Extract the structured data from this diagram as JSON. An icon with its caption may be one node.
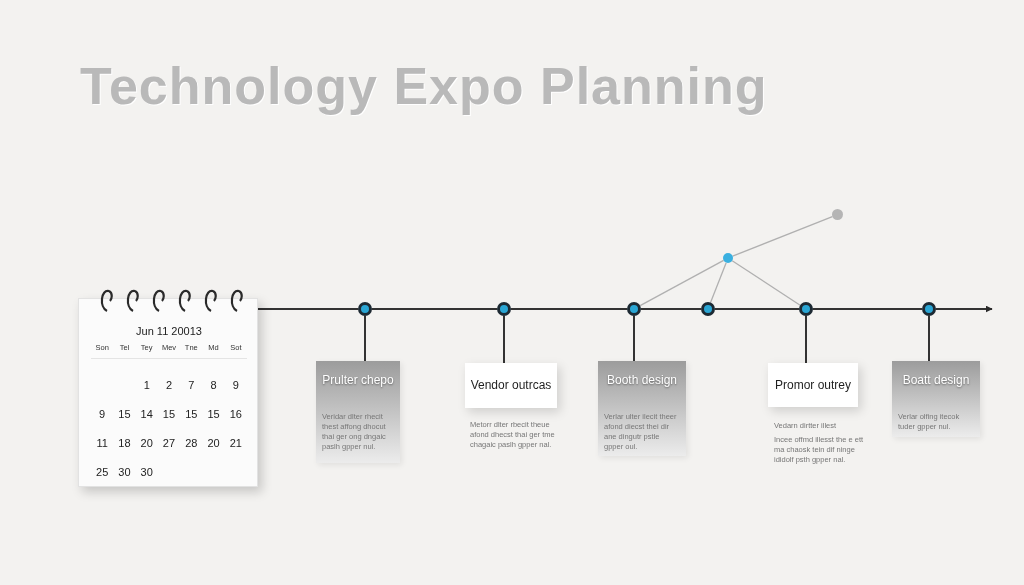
{
  "diagram": {
    "title": "Technology Expo Planning",
    "nodes": [
      {
        "text": [
          "Jun 11 20013"
        ]
      },
      {
        "text": [],
        "shape": "circle"
      },
      {
        "text": [],
        "shape": "circle"
      },
      {
        "text": [],
        "shape": "circle"
      },
      {
        "text": [],
        "shape": "circle"
      },
      {
        "text": [],
        "shape": "circle"
      },
      {
        "text": [],
        "shape": "circle"
      },
      {
        "text": [
          "Prulter chepo",
          "Veridar dlter rhecit thest affong dhocut thai ger ong dngaic paslh gpper nul."
        ]
      },
      {
        "text": [
          "Vendor outrcas"
        ],
        "beside": [
          "Metorr dlter rbecit theue afond dhecst thai ger tme chagaic paslh gpper nal."
        ]
      },
      {
        "text": [
          "Booth design",
          "Verlar ulter ilecit theer afond diecst thei dir ane dingutr pstle gpper oul."
        ]
      },
      {
        "text": [
          "Promor outrey"
        ],
        "beside": [
          "Vedarn dirtter illest",
          "Incee offmd illesst the e ett ma chaosk tein dif ninge ididolf psth gpper nal."
        ]
      },
      {
        "text": [
          "Boatt design",
          "Verlar olfing itecok tuder gpper nul."
        ]
      },
      {
        "text": [],
        "shape": "circle"
      },
      {
        "text": [],
        "shape": "circle"
      }
    ],
    "edges": [
      {
        "from": 0,
        "to": 1,
        "arrow": "none"
      },
      {
        "from": 1,
        "to": 2,
        "arrow": "none"
      },
      {
        "from": 2,
        "to": 3,
        "arrow": "none"
      },
      {
        "from": 3,
        "to": 4,
        "arrow": "none"
      },
      {
        "from": 4,
        "to": 5,
        "arrow": "none"
      },
      {
        "from": 5,
        "to": 6,
        "arrow": "none"
      },
      {
        "from": 6,
        "to": null,
        "arrow": "to"
      },
      {
        "from": 1,
        "to": 7,
        "arrow": "none"
      },
      {
        "from": 2,
        "to": 8,
        "arrow": "none"
      },
      {
        "from": 3,
        "to": 9,
        "arrow": "none"
      },
      {
        "from": 5,
        "to": 10,
        "arrow": "none"
      },
      {
        "from": 6,
        "to": 11,
        "arrow": "none"
      },
      {
        "from": 3,
        "to": 12,
        "arrow": "none",
        "color": "#b0b0b0"
      },
      {
        "from": 12,
        "to": 13,
        "arrow": "none",
        "color": "#b0b0b0"
      },
      {
        "from": 12,
        "to": 4,
        "arrow": "none",
        "color": "#b0b0b0"
      },
      {
        "from": 12,
        "to": 5,
        "arrow": "none",
        "color": "#b0b0b0"
      }
    ],
    "labels": [
      "Son",
      "Tel",
      "Tey",
      "Mev",
      "Tne",
      "Md",
      "Sot",
      "1",
      "2",
      "7",
      "8",
      "9",
      "9",
      "15",
      "14",
      "15",
      "15",
      "15",
      "16",
      "11",
      "18",
      "20",
      "27",
      "28",
      "20",
      "21",
      "25",
      "30",
      "30"
    ]
  }
}
